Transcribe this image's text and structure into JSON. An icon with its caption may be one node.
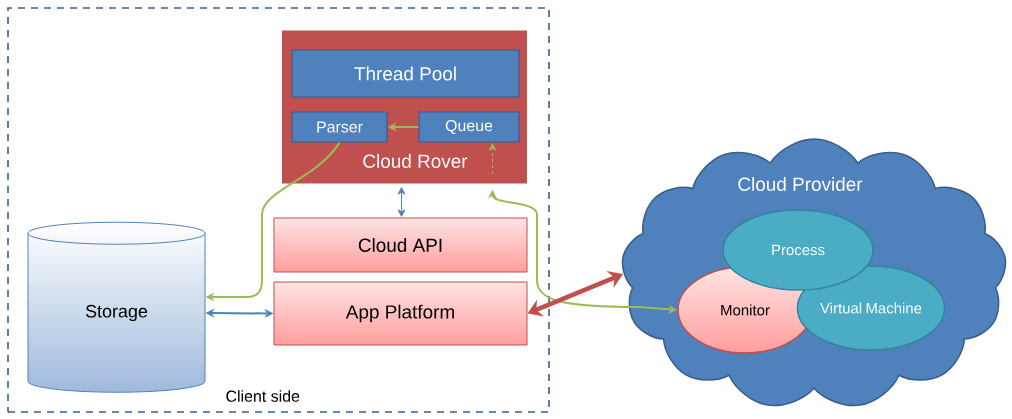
{
  "diagram": {
    "nodes": [
      {
        "text": [
          "Client side"
        ]
      },
      {
        "text": [
          "Cloud Rover"
        ],
        "in": 0
      },
      {
        "text": [
          "Thread Pool"
        ],
        "in": 1
      },
      {
        "text": [
          "Parser"
        ],
        "in": 1
      },
      {
        "text": [
          "Queue"
        ],
        "in": 1
      },
      {
        "text": [
          "Cloud API"
        ],
        "in": 0
      },
      {
        "text": [
          "Storage"
        ],
        "in": 0
      },
      {
        "text": [
          "App Platform"
        ],
        "in": 0
      },
      {
        "text": [
          "Cloud Provider"
        ]
      },
      {
        "text": [
          "Process"
        ],
        "in": 8
      },
      {
        "text": [
          "Monitor"
        ],
        "in": 8
      },
      {
        "text": [
          "Virtual Machine"
        ],
        "in": 8
      }
    ],
    "edges": [
      {
        "from": 4,
        "to": 3,
        "arrow": "to"
      },
      {
        "from": 1,
        "to": 5,
        "arrow": "both",
        "color": "#4f81bd"
      },
      {
        "from": 3,
        "to": 6,
        "arrow": "to"
      },
      {
        "from": 1,
        "to": 10,
        "arrow": "both"
      },
      {
        "from": null,
        "to": 4,
        "arrow": "to",
        "style": "dashed"
      },
      {
        "from": 6,
        "to": 7,
        "arrow": "both",
        "color": "#4f81bd"
      },
      {
        "from": 7,
        "to": 8,
        "arrow": "both",
        "style": "thick",
        "color": "#c0504d"
      }
    ]
  }
}
